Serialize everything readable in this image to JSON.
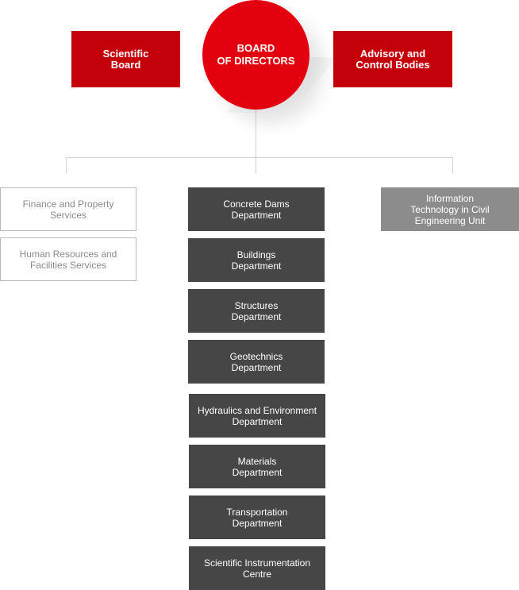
{
  "board": {
    "scientific_board": "Scientific\nBoard",
    "board_of_directors": "BOARD\nOF DIRECTORS",
    "advisory_bodies": "Advisory and\nControl Bodies"
  },
  "services": [
    "Finance and Property\nServices",
    "Human Resources and\nFacilities Services"
  ],
  "departments": [
    "Concrete Dams\nDepartment",
    "Buildings\nDepartment",
    "Structures\nDepartment",
    "Geotechnics\nDepartment",
    "Hydraulics and Environment\nDepartment",
    "Materials\nDepartment",
    "Transportation\nDepartment",
    "Scientific Instrumentation\nCentre"
  ],
  "it_unit": "Information\nTechnology in Civil\nEngineering Unit",
  "colors": {
    "board_red": "#c4000a",
    "circle_red": "#e3000f",
    "department_dark": "#474646",
    "unit_grey": "#8c8c8c",
    "connector": "#d2d2d2"
  }
}
